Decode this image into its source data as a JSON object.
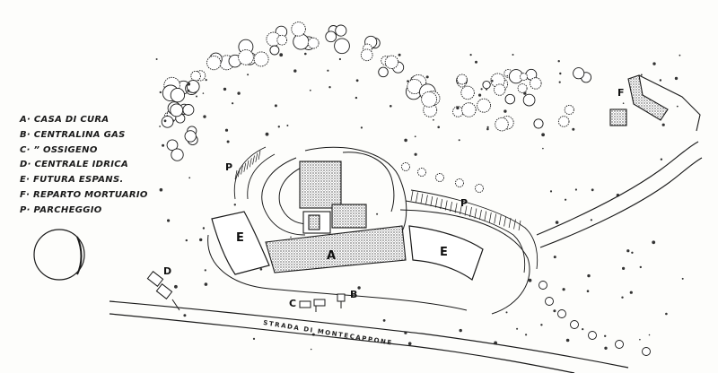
{
  "legend": [
    "A· CASA DI CURA",
    "B· CENTRALINA GAS",
    "C·  ” OSSIGENO",
    "D· CENTRALE IDRICA",
    "E· FUTURA ESPANS.",
    "F· REPARTO MORTUARIO",
    "P· PARCHEGGIO"
  ],
  "labels": {
    "a": "A",
    "b": "B",
    "c": "C",
    "d": "D",
    "e_left": "E",
    "e_right": "E",
    "f": "F",
    "p_left": "P",
    "p_right": "P"
  },
  "road_name": "STRADA DI MONTECAPPONE",
  "colors": {
    "ink": "#1a1a1a",
    "hatch": "#9a9a9a",
    "paper": "#fdfdfb"
  }
}
